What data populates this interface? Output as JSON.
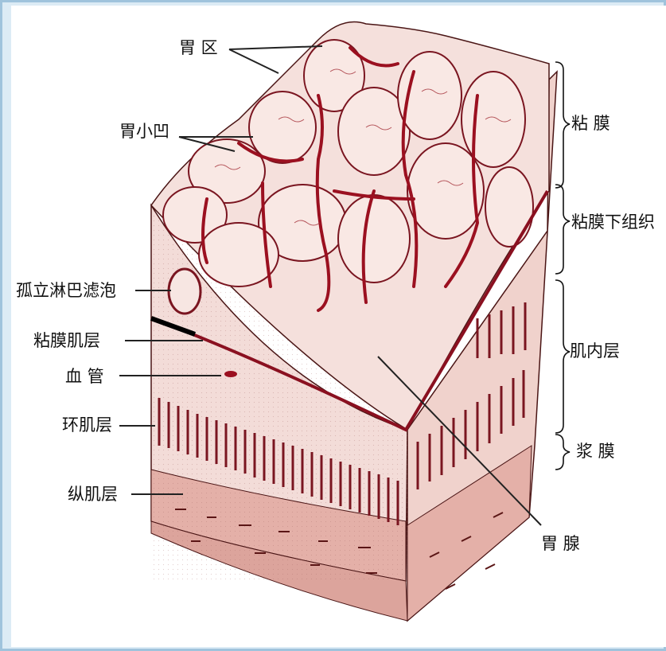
{
  "labels": {
    "gastric_area": "胃 区",
    "gastric_pit": "胃小凹",
    "lymph_follicle": "孤立淋巴滤泡",
    "muscularis_mucosae": "粘膜肌层",
    "blood_vessel": "血 管",
    "circular_muscle": "环肌层",
    "longitudinal_muscle": "纵肌层",
    "gastric_gland": "胃 腺",
    "mucosa": "粘 膜",
    "submucosa": "粘膜下组织",
    "muscularis": "肌内层",
    "serosa": "浆 膜"
  },
  "colors": {
    "tissue_pink": "#f3dcd8",
    "muscle_pink": "#e8b8b0",
    "blood_red": "#9b1020",
    "background": "#ffffff"
  }
}
